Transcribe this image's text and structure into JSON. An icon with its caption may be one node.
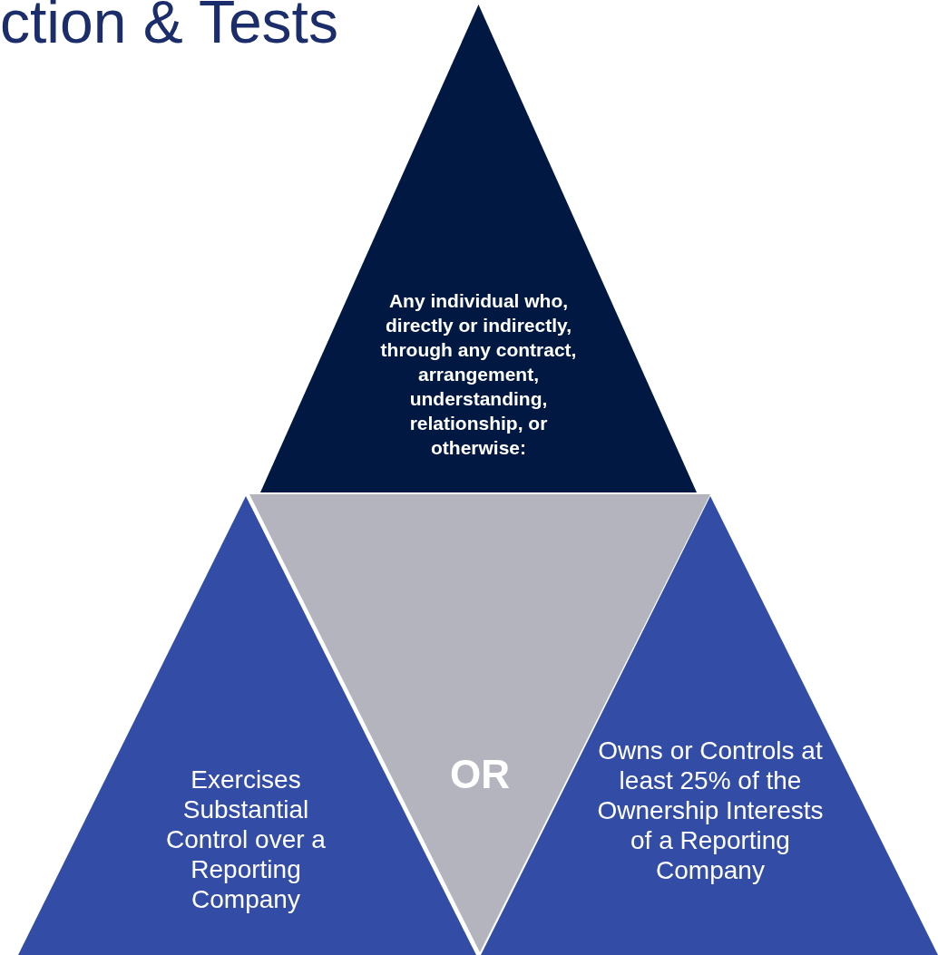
{
  "diagram": {
    "title": "ction & Tests",
    "nodes": [
      {
        "text": [
          "Any individual who, directly or indirectly, through any contract, arrangement, understanding, relationship, or otherwise:"
        ]
      },
      {
        "text": [
          "OR"
        ]
      },
      {
        "text": [
          "Exercises Substantial Control over a Reporting Company"
        ]
      },
      {
        "text": [
          "Owns or Controls at least 25% of the Ownership Interests of a Reporting Company"
        ]
      }
    ]
  }
}
